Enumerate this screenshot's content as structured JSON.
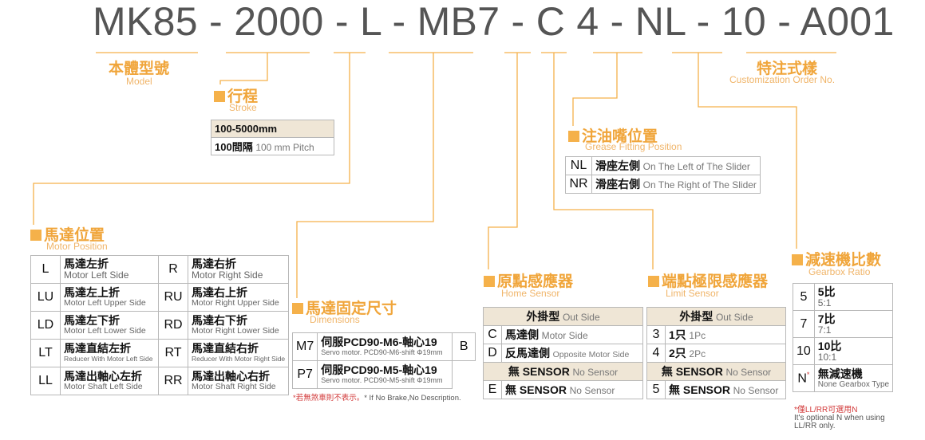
{
  "model_code": [
    "MK85",
    "-",
    "2000",
    "-",
    "L",
    "-",
    "MB7",
    "-",
    "C",
    "4",
    "-",
    "NL",
    "-",
    "10",
    "-",
    "A001"
  ],
  "model": {
    "title": "本體型號",
    "sub": "Model"
  },
  "custom": {
    "title": "特注式樣",
    "sub": "Customization Order No."
  },
  "stroke": {
    "title": "行程",
    "sub": "Stroke",
    "rows": [
      {
        "code": "100-5000mm",
        "cn": "",
        "en": ""
      },
      {
        "code": "100間隔",
        "cn": "",
        "en": "100 mm Pitch"
      }
    ]
  },
  "grease": {
    "title": "注油嘴位置",
    "sub": "Grease Fitting Position",
    "rows": [
      {
        "code": "NL",
        "cn": "滑座左側",
        "en": "On The Left of The Slider"
      },
      {
        "code": "NR",
        "cn": "滑座右側",
        "en": "On The Right of The Slider"
      }
    ]
  },
  "motor_position": {
    "title": "馬達位置",
    "sub": "Motor Position",
    "rows": [
      {
        "l_code": "L",
        "l_cn": "馬達左折",
        "l_en": "Motor Left Side",
        "r_code": "R",
        "r_cn": "馬達右折",
        "r_en": "Motor Right Side"
      },
      {
        "l_code": "LU",
        "l_cn": "馬達左上折",
        "l_en": "Motor Left Upper Side",
        "r_code": "RU",
        "r_cn": "馬達右上折",
        "r_en": "Motor Right Upper Side"
      },
      {
        "l_code": "LD",
        "l_cn": "馬達左下折",
        "l_en": "Motor Left Lower Side",
        "r_code": "RD",
        "r_cn": "馬達右下折",
        "r_en": "Motor Right Lower Side"
      },
      {
        "l_code": "LT",
        "l_cn": "馬達直結左折",
        "l_en": "Reducer With Motor Left Side",
        "r_code": "RT",
        "r_cn": "馬達直結右折",
        "r_en": "Reducer With Motor Right Side"
      },
      {
        "l_code": "LL",
        "l_cn": "馬達出軸心左折",
        "l_en": "Motor Shaft Left Side",
        "r_code": "RR",
        "r_cn": "馬達出軸心右折",
        "r_en": "Motor Shaft Right Side"
      }
    ]
  },
  "dimensions": {
    "title": "馬達固定尺寸",
    "sub": "Dimensions",
    "rows": [
      {
        "code": "M7",
        "cn": "伺服PCD90-M6-軸心19",
        "en": "Servo motor. PCD90-M6-shift Φ19mm"
      },
      {
        "code": "P7",
        "cn": "伺服PCD90-M5-軸心19",
        "en": "Servo motor. PCD90-M5-shift Φ19mm"
      }
    ],
    "brake_code": "B",
    "note_red": "*若無煞車則不表示。",
    "note_en": "* If No Brake,No Description."
  },
  "home_sensor": {
    "title": "原點感應器",
    "sub": "Home Sensor",
    "header_cn": "外掛型",
    "header_en": "Out Side",
    "rows": [
      {
        "code": "C",
        "cn": "馬達側",
        "en": "Motor Side"
      },
      {
        "code": "D",
        "cn": "反馬達側",
        "en": "Opposite Motor Side"
      }
    ],
    "none_cn": "無 SENSOR",
    "none_en": "No Sensor",
    "last": {
      "code": "E",
      "cn": "無 SENSOR",
      "en": "No Sensor"
    }
  },
  "limit_sensor": {
    "title": "端點極限感應器",
    "sub": "Limit Sensor",
    "header_cn": "外掛型",
    "header_en": "Out Side",
    "rows": [
      {
        "code": "3",
        "cn": "1只",
        "en": "1Pc"
      },
      {
        "code": "4",
        "cn": "2只",
        "en": "2Pc"
      }
    ],
    "none_cn": "無 SENSOR",
    "none_en": "No Sensor",
    "last": {
      "code": "5",
      "cn": "無 SENSOR",
      "en": "No Sensor"
    }
  },
  "gear_ratio": {
    "title": "減速機比數",
    "sub": "Gearbox Ratio",
    "rows": [
      {
        "code": "5",
        "cn": "5比",
        "en": "5:1"
      },
      {
        "code": "7",
        "cn": "7比",
        "en": "7:1"
      },
      {
        "code": "10",
        "cn": "10比",
        "en": "10:1"
      },
      {
        "code": "N",
        "star": "*",
        "cn": "無減速機",
        "en": "None Gearbox Type"
      }
    ],
    "note_red": "*僅LL/RR可選用N",
    "note_en1": "It's optional N when using",
    "note_en2": "LL/RR only."
  },
  "colors": {
    "accent": "#f5b14a",
    "accent_text": "#f0a53a",
    "header_bg": "#efe6d6",
    "red": "#d23a3a"
  }
}
